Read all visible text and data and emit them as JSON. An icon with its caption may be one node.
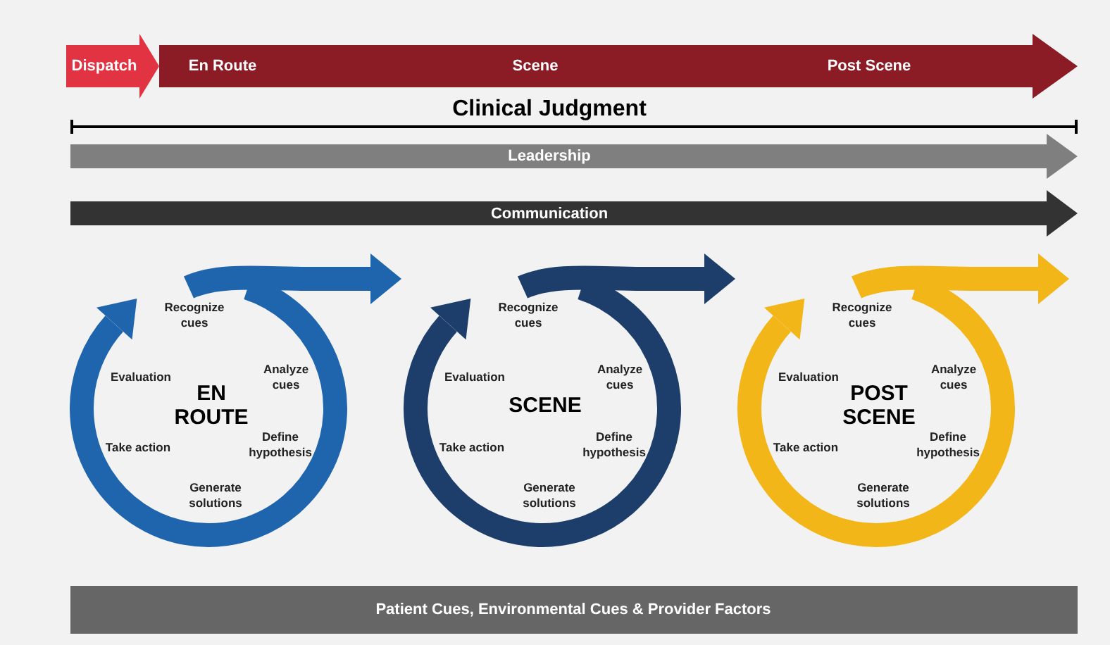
{
  "diagram": {
    "title": "Clinical Judgment",
    "nodes": [
      {
        "text": [
          "Dispatch"
        ]
      },
      {
        "text": [
          "En Route",
          "Scene",
          "Post Scene"
        ]
      },
      {
        "text": [
          "Leadership"
        ]
      },
      {
        "text": [
          "Communication"
        ]
      },
      {
        "text": [
          "Recognize cues",
          "Evaluation",
          "Analyze cues",
          "EN ROUTE",
          "Take action",
          "Define hypothesis",
          "Generate solutions"
        ]
      },
      {
        "text": [
          "Recognize cues",
          "Evaluation",
          "Analyze cues",
          "SCENE",
          "Take action",
          "Define hypothesis",
          "Generate solutions"
        ]
      },
      {
        "text": [
          "Recognize cues",
          "Evaluation",
          "Analyze cues",
          "POST SCENE",
          "Take action",
          "Define hypothesis",
          "Generate solutions"
        ]
      },
      {
        "text": [
          "Patient Cues, Environmental Cues & Provider Factors"
        ]
      }
    ]
  }
}
